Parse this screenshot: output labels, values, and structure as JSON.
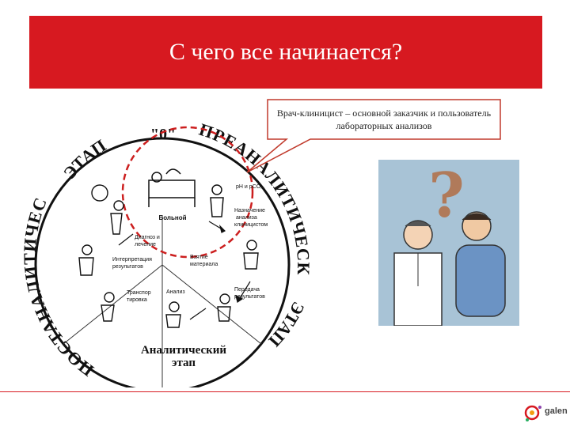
{
  "slide": {
    "title": "С чего все начинается?",
    "callout": "Врач-клиницист – основной заказчик и пользователь лабораторных анализов"
  },
  "diagram": {
    "stage_zero": "\"0\"",
    "arc_top_left": "ЭТАП",
    "arc_top_right": "ПРЕАНАЛИТИЧЕСКИЙ",
    "arc_right_bottom": "ЭТАП",
    "arc_left": "ПОСТАНАЛИТИЧЕСКИЙ",
    "center_bottom_line1": "Аналитический",
    "center_bottom_line2": "этап",
    "labels": {
      "patient": "Больной",
      "gas": "pH и pCO₂",
      "referral_line1": "Назначение",
      "referral_line2": "анализа",
      "referral_line3": "клиницистом",
      "diagnosis_line1": "Диагноз и",
      "diagnosis_line2": "лечение",
      "interpretation_line1": "Интерпретация",
      "interpretation_line2": "результатов",
      "sampling_line1": "Взятие",
      "sampling_line2": "материала",
      "transfer_line1": "Транспор",
      "transfer_line2": "тировка",
      "delivery_line1": "Передача",
      "delivery_line2": "результатов",
      "analysis": "Анализ"
    }
  },
  "logo": {
    "text": "galen"
  },
  "colors": {
    "accent": "#d71920",
    "callout_border": "#c0392b",
    "dash_circle": "#cc1f1f"
  }
}
